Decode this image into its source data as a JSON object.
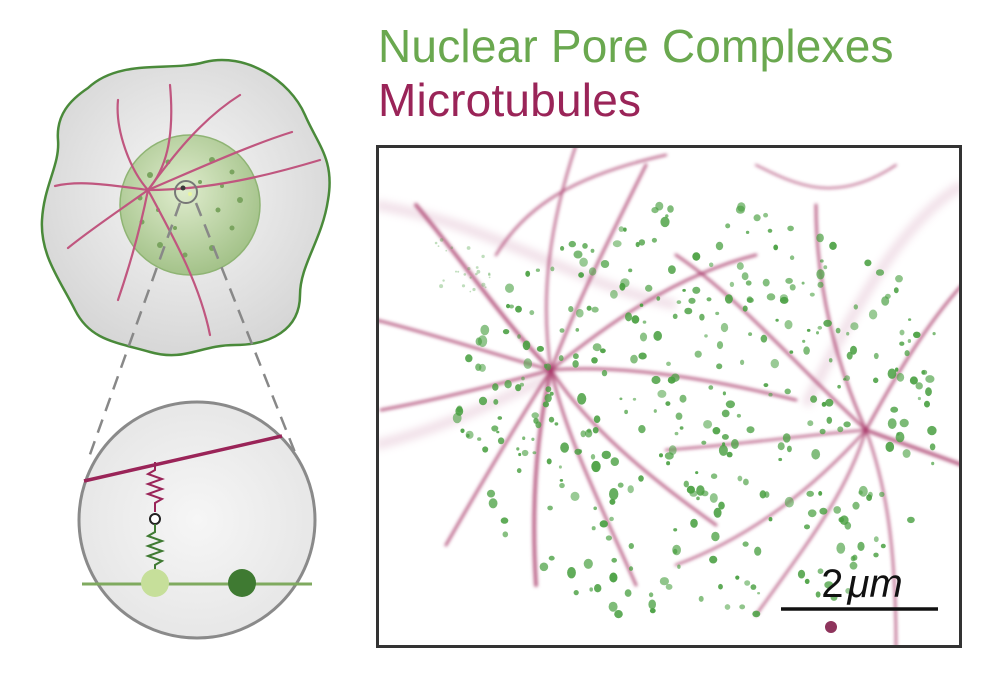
{
  "legend": {
    "npc_label": "Nuclear Pore Complexes",
    "mt_label": "Microtubules"
  },
  "scale_bar": {
    "label_number": "2",
    "label_unit": "μm"
  },
  "colors": {
    "npc": "#6aa84f",
    "microtubule": "#9a2458",
    "cell_outline": "#4a8a3a",
    "cell_fill": "#e6e6e6",
    "nucleus_fill": "#b7cf9f",
    "zoom_circle": "#8a8a8a",
    "membrane_line": "#7faa5f",
    "npc_light": "#c6df9a",
    "npc_dark": "#3f7a32"
  }
}
